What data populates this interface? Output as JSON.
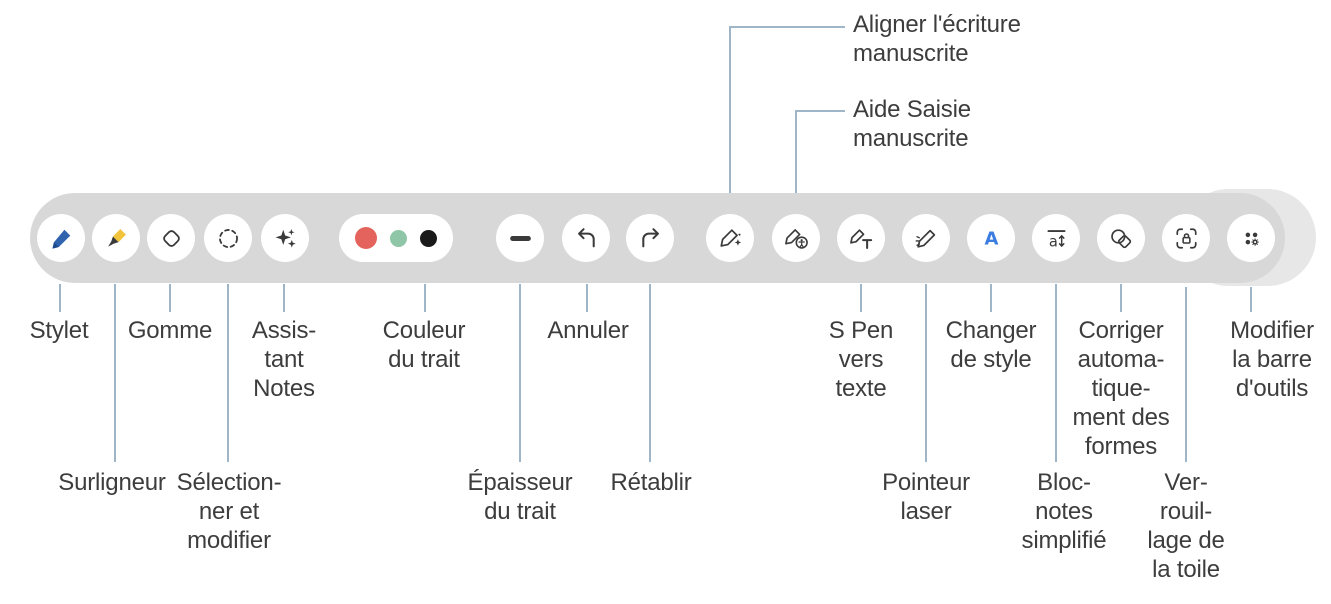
{
  "colors": {
    "background": "#ffffff",
    "toolbar_bg": "#d8d8d8",
    "toolbar_outer": "#e7e7e7",
    "button_bg": "#ffffff",
    "icon_ink": "#3a3a3a",
    "callout_line": "#9fb6c9",
    "label_text": "#3d3d3d",
    "pen_blue": "#2f63ad",
    "highlighter_yellow": "#f2c33c",
    "style_a_blue": "#3b7ce0",
    "stroke_colors": [
      "#e4635c",
      "#8ec6a7",
      "#1a1a1a"
    ]
  },
  "toolbar": {
    "buttons": [
      {
        "name": "pen",
        "label": "Stylet"
      },
      {
        "name": "highlighter",
        "label": "Surligneur"
      },
      {
        "name": "eraser",
        "label": "Gomme"
      },
      {
        "name": "select-edit",
        "label": "Sélectionner et modifier"
      },
      {
        "name": "notes-assist",
        "label": "Assistant Notes"
      },
      {
        "name": "stroke-color",
        "label": "Couleur du trait"
      },
      {
        "name": "stroke-width",
        "label": "Épaisseur du trait"
      },
      {
        "name": "undo",
        "label": "Annuler"
      },
      {
        "name": "redo",
        "label": "Rétablir"
      },
      {
        "name": "align-handwriting",
        "label": "Aligner l'écriture manuscrite"
      },
      {
        "name": "handwriting-assist",
        "label": "Aide Saisie manuscrite"
      },
      {
        "name": "spen-to-text",
        "label": "S Pen vers texte"
      },
      {
        "name": "laser-pointer",
        "label": "Pointeur laser"
      },
      {
        "name": "change-style",
        "label": "Changer de style"
      },
      {
        "name": "simplified-notepad",
        "label": "Bloc-notes simplifié"
      },
      {
        "name": "auto-shape-correct",
        "label": "Corriger automatiquement des formes"
      },
      {
        "name": "canvas-lock",
        "label": "Verrouillage de la toile"
      },
      {
        "name": "toolbar-settings",
        "label": "Modifier la barre d'outils"
      }
    ]
  },
  "annotations": {
    "align_handwriting": "Aligner l'écriture\nmanuscrite",
    "handwriting_assist": "Aide Saisie\nmanuscrite",
    "pen": "Stylet",
    "eraser": "Gomme",
    "notes_assist": "Assis-\ntant\nNotes",
    "stroke_color": "Couleur\ndu trait",
    "undo": "Annuler",
    "spen_to_text": "S Pen\nvers\ntexte",
    "change_style": "Changer\nde style",
    "auto_shape_correct": "Corriger\nautoma-\ntique-\nment des\nformes",
    "toolbar_settings": "Modifier\nla barre\nd'outils",
    "highlighter": "Surligneur",
    "select_edit": "Sélection-\nner et\nmodifier",
    "stroke_width": "Épaisseur\ndu trait",
    "redo": "Rétablir",
    "laser_pointer": "Pointeur\nlaser",
    "simplified_notepad": "Bloc-\nnotes\nsimplifié",
    "canvas_lock": "Ver-\nrouil-\nlage de\nla toile"
  }
}
